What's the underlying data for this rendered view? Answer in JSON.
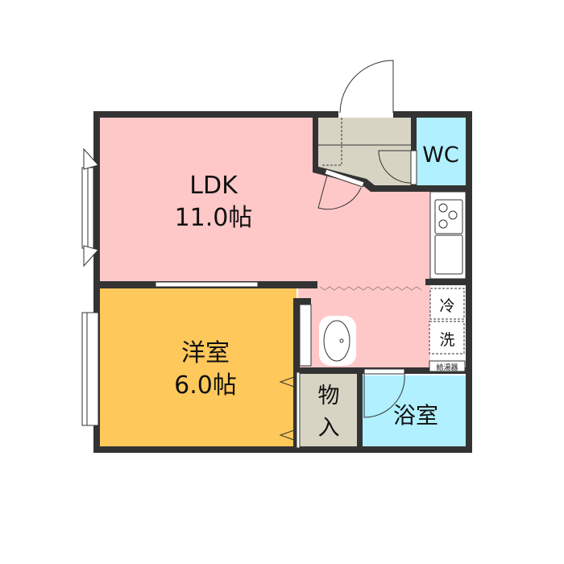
{
  "rooms": {
    "ldk": {
      "name": "LDK",
      "size": "11.0帖",
      "color": "#ffc8c8"
    },
    "western": {
      "name": "洋室",
      "size": "6.0帖",
      "color": "#ffc85a"
    },
    "wc": {
      "name": "WC",
      "color": "#b0f0ff"
    },
    "bath": {
      "name": "浴室",
      "color": "#b0f0ff"
    },
    "closet": {
      "name1": "物",
      "name2": "入",
      "color": "#d8d4c4"
    },
    "entrance": {
      "color": "#d8d4c4"
    }
  },
  "fixtures": {
    "fridge": "冷",
    "washer": "洗",
    "water_heater": "給湯器"
  },
  "wall_color": "#333333"
}
